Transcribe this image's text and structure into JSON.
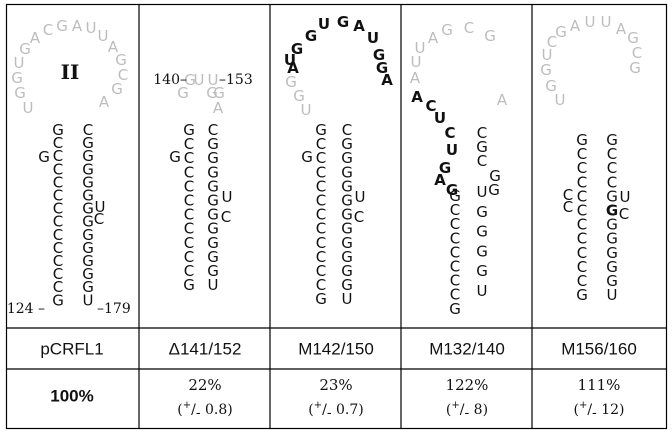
{
  "colors": {
    "black": "#111111",
    "gray": "#bdbdbd",
    "border": "#000000"
  },
  "panels": [
    {
      "roman": "II",
      "loop": "UGGUGACGAUUAGCGA",
      "stem_left": "GCCCCCCCCCCCCG",
      "stem_right": "CGGGGGGGGGGGGU",
      "bulge_left": "G",
      "bulge_right": "UC",
      "pos_start": "124",
      "pos_end": "179"
    },
    {
      "loop": "GGUUGGA",
      "stem_left": "GCCCCCCCCCCG",
      "stem_right": "CGGGGGGGGGGU",
      "bulge_left": "G",
      "bulge_right": "UC",
      "pos_start": "140",
      "pos_end": "153"
    },
    {
      "loop": "UGGAUGGUGAUGGA",
      "stem_left": "GCCCCCCCCCCCG",
      "stem_right": "CGGGGGGGGGGGU",
      "bulge_left": "G",
      "bulge_right": "UC"
    },
    {
      "loop": "ACUCUGAGAUUAGCGA",
      "stem_left": "GCCCCCCCG",
      "stem_right": "CGCUGGGGU",
      "bulge_right": "GG"
    },
    {
      "loop": "UGGUCGAUUAGCG",
      "stem_left": "GCCCCCCCCCCG",
      "stem_right": "GCCCGGGGGGGU",
      "bulge_left": "CC",
      "bulge_right": "UC"
    }
  ],
  "row_labels": [
    "pCRFL1",
    "Δ141/152",
    "M142/150",
    "M132/140",
    "M156/160"
  ],
  "values": [
    "100%",
    "22%",
    "23%",
    "122%",
    "111%"
  ],
  "errors": [
    {
      "sup": "+",
      "sep": "/",
      "sub": "-",
      "val": " 0.8)"
    },
    {
      "sup": "+",
      "sep": "/",
      "sub": "-",
      "val": " 0.7)"
    },
    {
      "sup": "+",
      "sep": "/",
      "sub": "-",
      "val": " 8)"
    },
    {
      "sup": "+",
      "sep": "/",
      "sub": "-",
      "val": " 12)"
    }
  ],
  "error_prefix": "("
}
